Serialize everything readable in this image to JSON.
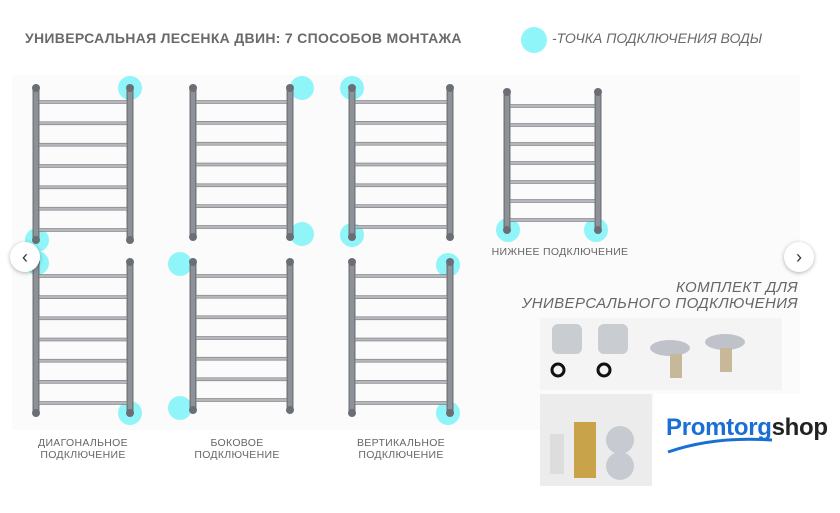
{
  "header": {
    "title": "УНИВЕРСАЛЬНАЯ ЛЕСЕНКА ДВИН: 7 СПОСОБОВ МОНТАЖА",
    "legend_text": "-ТОЧКА ПОДКЛЮЧЕНИЯ ВОДЫ"
  },
  "colors": {
    "connection_point": "#8ff5f8",
    "brand_blue": "#1a6fd4"
  },
  "captions": {
    "bottom": "НИЖНЕЕ ПОДКЛЮЧЕНИЕ",
    "diagonal_1": "ДИАГОНАЛЬНОЕ",
    "diagonal_2": "ПОДКЛЮЧЕНИЕ",
    "side_1": "БОКОВОЕ",
    "side_2": "ПОДКЛЮЧЕНИЕ",
    "vertical_1": "ВЕРТИКАЛЬНОЕ",
    "vertical_2": "ПОДКЛЮЧЕНИЕ"
  },
  "kit": {
    "line1": "КОМПЛЕКТ ДЛЯ",
    "line2": "УНИВЕРСАЛЬНОГО ПОДКЛЮЧЕНИЯ"
  },
  "logo": {
    "part1": "Promtorg",
    "part2": "shop"
  },
  "nav": {
    "prev": "‹",
    "next": "›"
  }
}
